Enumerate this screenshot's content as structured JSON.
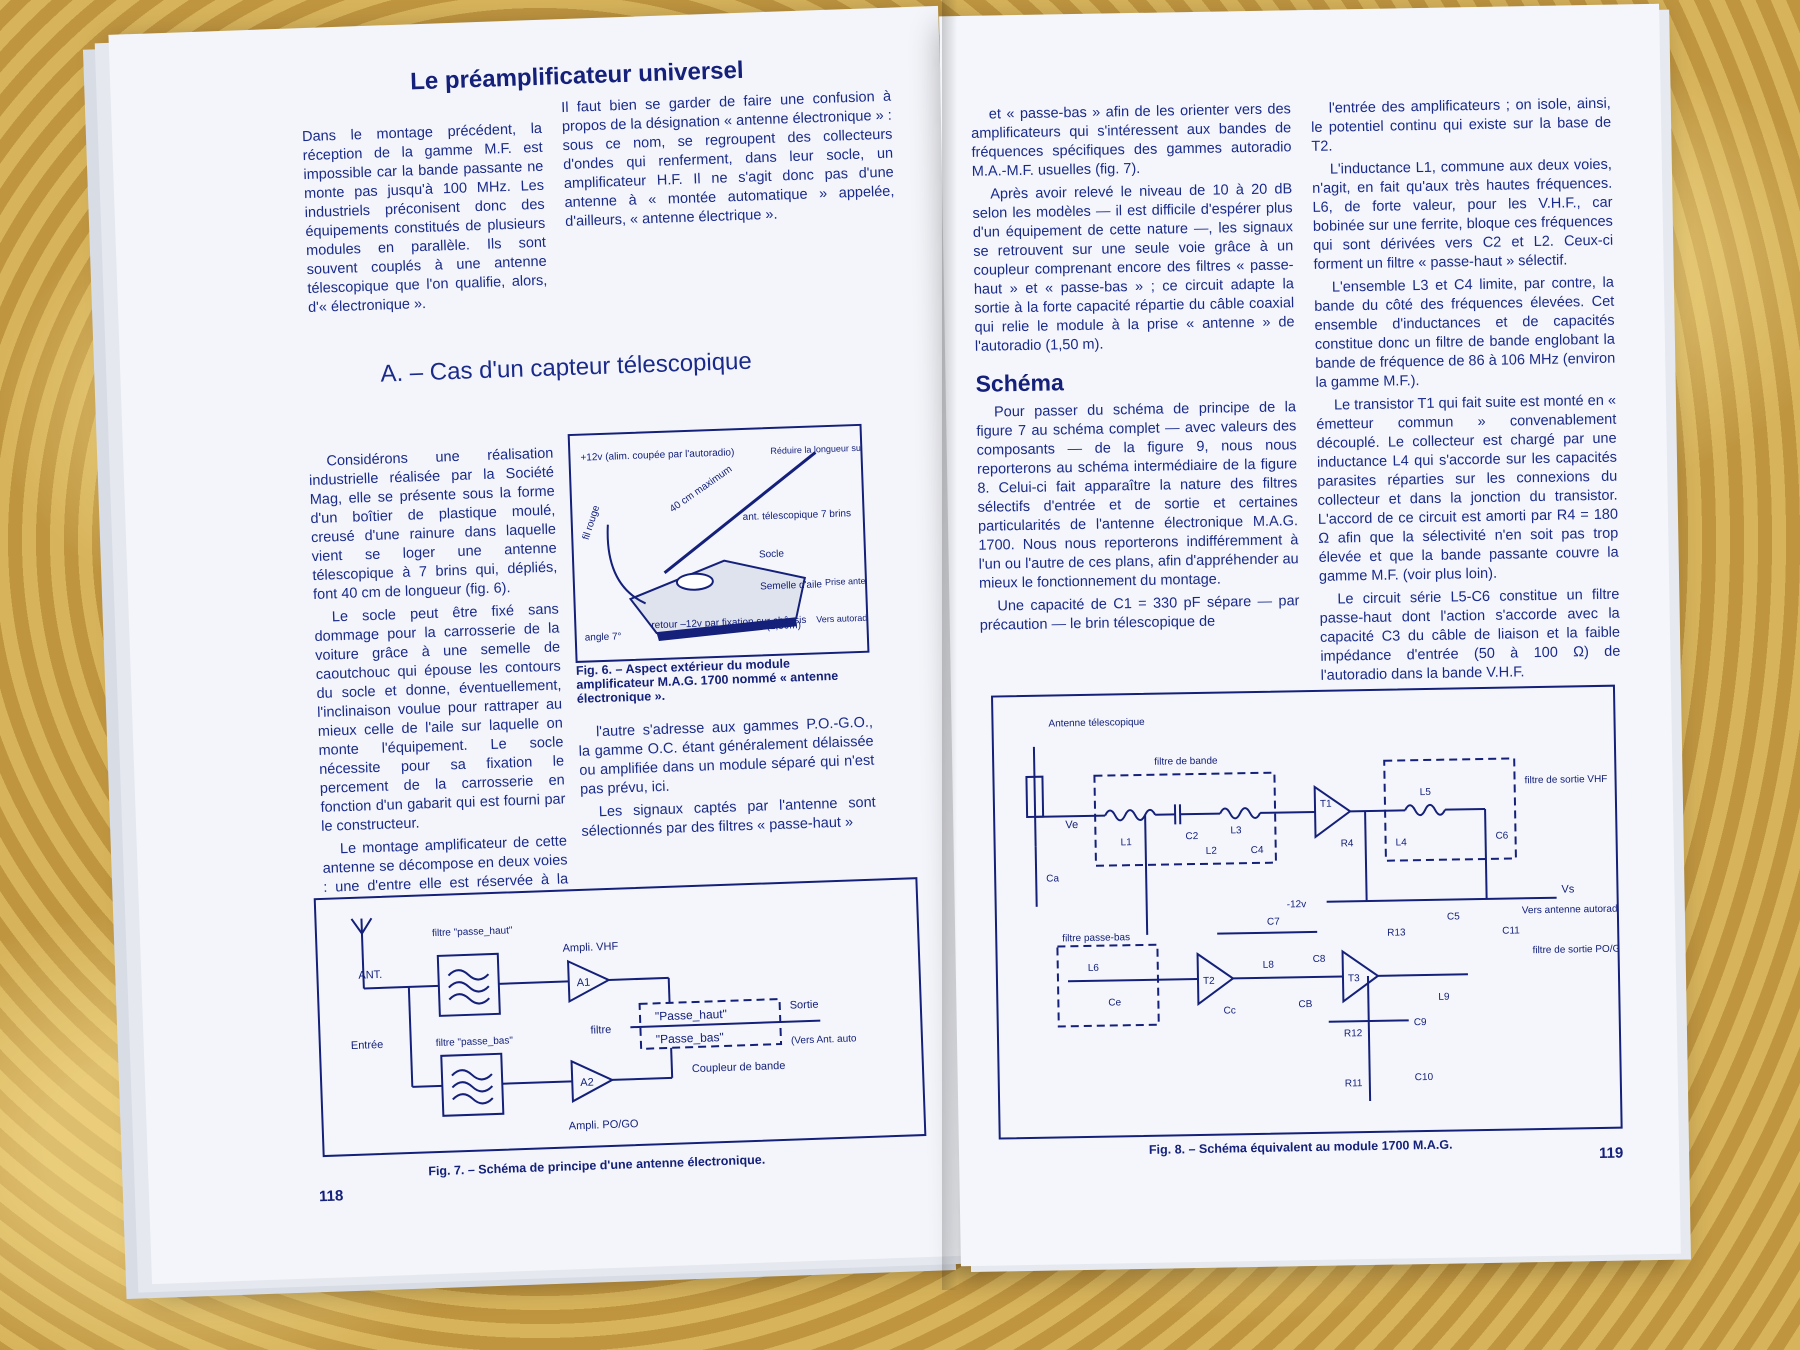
{
  "left_page": {
    "running_head": "Le préamplificateur universel",
    "intro_col1": "Dans le montage précédent, la réception de la gamme M.F. est impossible car la bande passante ne monte pas jusqu'à 100 MHz. Les industriels préconisent donc des équipements constitués de plusieurs modules en parallèle. Ils sont souvent couplés à une antenne télescopique que l'on qualifie, alors, d'« électronique ».",
    "intro_col2": "Il faut bien se garder de faire une confusion à propos de la désignation « antenne électronique » : sous ce nom, se regroupent des collecteurs d'ondes qui renferment, dans leur socle, un amplificateur H.F. Il ne s'agit donc pas d'une antenne à « montée automatique » appelée, d'ailleurs, « antenne électrique ».",
    "section_title": "A. – Cas d'un capteur télescopique",
    "body_col1_p1": "Considérons une réalisation industrielle réalisée par la Société Mag, elle se présente sous la forme d'un boîtier de plastique moulé, creusé d'une rainure dans laquelle vient se loger une antenne télescopique à 7 brins qui, dépliés, font 40 cm de longueur (fig. 6).",
    "body_col1_p2": "Le socle peut être fixé sans dommage pour la carrosserie de la voiture grâce à une semelle de caoutchouc qui épouse les contours du socle et donne, éventuellement, l'inclinaison voulue pour rattraper au mieux celle de l'aile sur laquelle on monte l'équipement. Le socle nécessite pour sa fixation le percement de la carrosserie en fonction d'un gabarit qui est fourni par le constructeur.",
    "body_col1_p3": "Le montage amplificateur de cette antenne se décompose en deux voies : une d'entre elle est réservée à la bande V.H.F. des stations à modulation de fréquence ;",
    "body_col2_p1": "l'autre s'adresse aux gammes P.O.-G.O., la gamme O.C. étant généralement délaissée ou amplifiée dans un module séparé qui n'est pas prévu, ici.",
    "body_col2_p2": "Les signaux captés par l'antenne sont sélectionnés par des filtres « passe-haut »",
    "fig6_caption": "Fig. 6. – Aspect extérieur du module amplificateur M.A.G. 1700 nommé « antenne électronique ».",
    "fig6_labels": {
      "alim": "+12v (alim. coupée par l'autoradio)",
      "fil": "fil rouge",
      "cm": "40 cm maximum",
      "reduire": "Réduire la longueur sur les champs forts",
      "ant": "ant. télescopique 7 brins",
      "socle": "Socle",
      "semelle": "Semelle d'aile",
      "prise": "Prise antenne",
      "retour": "retour –12v par fixation sur châssis",
      "angle": "angle 7°",
      "cable": "(1,50m)",
      "vers": "Vers autoradio"
    },
    "fig7_caption": "Fig. 7. – Schéma de principe d'une antenne électronique.",
    "fig7_labels": {
      "ant": "ANT.",
      "entree": "Entrée",
      "filtre_haut": "filtre \"passe_haut\"",
      "filtre_bas": "filtre \"passe_bas\"",
      "ampli_vhf": "Ampli. VHF",
      "ampli_po": "Ampli. PO/GO",
      "a1": "A1",
      "a2": "A2",
      "filtre": "filtre",
      "passe_haut": "\"Passe_haut\"",
      "passe_bas": "\"Passe_bas\"",
      "sortie": "Sortie",
      "vers": "(Vers Ant. auto",
      "coupleur": "Coupleur de bande"
    },
    "page_number": "118"
  },
  "right_page": {
    "col1_p1": "et « passe-bas » afin de les orienter vers des amplificateurs qui s'intéressent aux bandes de fréquences spécifiques des gammes autoradio M.A.-M.F. usuelles (fig. 7).",
    "col1_p2": "Après avoir relevé le niveau de 10 à 20 dB selon les modèles — il est difficile d'espérer plus d'un équipement de cette nature —, les signaux se retrouvent sur une seule voie grâce à un coupleur comprenant encore des filtres « passe-haut » et « passe-bas » ; ce circuit adapte la sortie à la forte capacité répartie du câble coaxial qui relie le module à la prise « antenne » de l'autoradio (1,50 m).",
    "schema_title": "Schéma",
    "col1_p3": "Pour passer du schéma de principe de la figure 7 au schéma complet — avec valeurs des composants — de la figure 9, nous nous reporterons au schéma intermédiaire de la figure 8. Celui-ci fait apparaître la nature des filtres sélectifs d'entrée et de sortie et certaines particularités de l'antenne électronique M.A.G. 1700. Nous nous reporterons indifféremment à l'un ou l'autre de ces plans, afin d'appréhender au mieux le fonctionnement du montage.",
    "col1_p4": "Une capacité de C1 = 330 pF sépare — par précaution — le brin télescopique de",
    "col2_p1": "l'entrée des amplificateurs ; on isole, ainsi, le potentiel continu qui existe sur la base de T2.",
    "col2_p2": "L'inductance L1, commune aux deux voies, n'agit, en fait qu'aux très hautes fréquences. L6, de forte valeur, pour les V.H.F., car bobinée sur une ferrite, bloque ces fréquences qui sont dérivées vers C2 et L2. Ceux-ci forment un filtre « passe-haut » sélectif.",
    "col2_p3": "L'ensemble L3 et C4 limite, par contre, la bande du côté des fréquences élevées. Cet ensemble d'inductances et de capacités constitue donc un filtre de bande englobant la bande de fréquence de 86 à 106 MHz (environ la gamme M.F.).",
    "col2_p4": "Le transistor T1 qui fait suite est monté en « émetteur commun » convenablement découplé. Le collecteur est chargé par une inductance L4 qui s'accorde sur les capacités parasites réparties sur les connexions du collecteur et dans la jonction du transistor. L'accord de ce circuit est amorti par R4 = 180 Ω afin que la sélectivité n'en soit pas trop élevée et que la bande passante couvre la gamme M.F. (voir plus loin).",
    "col2_p5": "Le circuit série L5-C6 constitue un filtre passe-haut dont l'action s'accorde avec la capacité C3 du câble de liaison et la faible impédance d'entrée (50 à 100 Ω) de l'autoradio dans la bande V.H.F.",
    "fig8_caption": "Fig. 8. – Schéma équivalent au module 1700 M.A.G.",
    "fig8_labels": {
      "antenne": "Antenne télescopique",
      "filtre_bande": "filtre de bande",
      "filtre_sortie_vhf": "filtre de sortie VHF",
      "filtre_passe_bas": "filtre passe-bas",
      "filtre_sortie_po": "filtre de sortie PO/GO",
      "vers_antenne": "Vers antenne autoradio",
      "ve": "Ve",
      "vs": "Vs",
      "m12v": "-12v",
      "l1": "L1",
      "c2": "C2",
      "l2": "L2",
      "l3": "L3",
      "c4": "C4",
      "t1": "T1",
      "l5": "L5",
      "c6": "C6",
      "r4": "R4",
      "l4": "L4",
      "ca": "Ca",
      "c7": "C7",
      "l6": "L6",
      "c8": "Ce",
      "t2": "T2",
      "cc": "Cc",
      "l8": "L8",
      "c8b": "C8",
      "cb": "CB",
      "t3": "T3",
      "r13": "R13",
      "c5": "C5",
      "c11": "C11",
      "l9": "L9",
      "r12": "R12",
      "c9": "C9",
      "r11": "R11",
      "c10": "C10"
    },
    "page_number": "119"
  }
}
